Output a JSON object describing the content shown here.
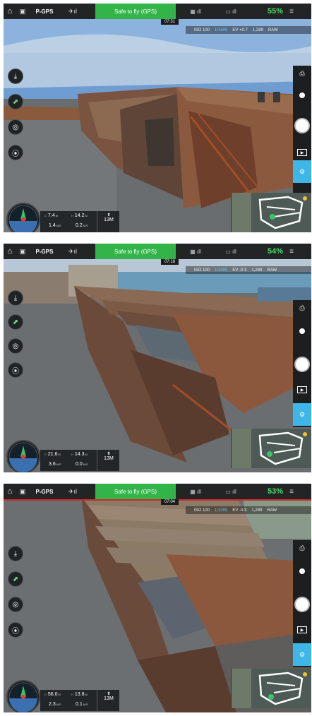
{
  "frames": [
    {
      "id": "frame1",
      "status": "Safe to fly (GPS)",
      "mode": "P-GPS",
      "battery": "55%",
      "timer": "07:31",
      "camera": {
        "iso": "ISO 100",
        "shutter": "1/1600",
        "ev": "EV +0.7",
        "storage": "1,289",
        "format": "RAW"
      },
      "telemetry": {
        "dist_label": "D",
        "dist": "7.4",
        "dist_unit": "M",
        "alt_label": "H",
        "alt": "14.2",
        "alt_unit": "M",
        "hs": "1.4",
        "hs_unit": "M/S",
        "vs": "0.2",
        "vs_unit": "M/S",
        "height": "13",
        "height_unit": "M"
      }
    },
    {
      "id": "frame2",
      "status": "Safe to fly (GPS)",
      "mode": "P-GPS",
      "battery": "54%",
      "timer": "07:18",
      "camera": {
        "iso": "ISO 100",
        "shutter": "1/1000",
        "ev": "EV -0.3",
        "storage": "1,289",
        "format": "RAW"
      },
      "telemetry": {
        "dist_label": "D",
        "dist": "21.6",
        "dist_unit": "M",
        "alt_label": "H",
        "alt": "14.3",
        "alt_unit": "M",
        "hs": "3.6",
        "hs_unit": "M/S",
        "vs": "0.0",
        "vs_unit": "M/S",
        "height": "13",
        "height_unit": "M"
      }
    },
    {
      "id": "frame3",
      "status": "Safe to fly (GPS)",
      "mode": "P-GPS",
      "battery": "53%",
      "timer": "07:04",
      "camera": {
        "iso": "ISO 100",
        "shutter": "1/1000",
        "ev": "EV -0.3",
        "storage": "1,289",
        "format": "RAW"
      },
      "telemetry": {
        "dist_label": "D",
        "dist": "56.0",
        "dist_unit": "M",
        "alt_label": "H",
        "alt": "13.8",
        "alt_unit": "M",
        "hs": "2.3",
        "hs_unit": "M/S",
        "vs": "0.1",
        "vs_unit": "M/S",
        "height": "13",
        "height_unit": "M"
      }
    }
  ],
  "icons": {
    "home": "home-icon",
    "aircraft": "aircraft-status-icon",
    "satellite": "satellite-icon",
    "remote": "remote-controller-icon",
    "hd": "hd-signal-icon",
    "battery": "battery-icon",
    "menu": "menu-icon",
    "takeoff": "takeoff-icon",
    "return": "return-home-icon",
    "obstacle": "obstacle-avoidance-icon",
    "waypoint": "waypoint-icon",
    "camera_switch": "camera-switch-icon",
    "settings": "camera-settings-icon",
    "playback": "playback-icon",
    "record": "record-toggle-icon"
  },
  "colors": {
    "status_green": "#33b449",
    "battery_green": "#4cd964",
    "accent_blue": "#3fb6e8",
    "topbar": "#222426"
  }
}
